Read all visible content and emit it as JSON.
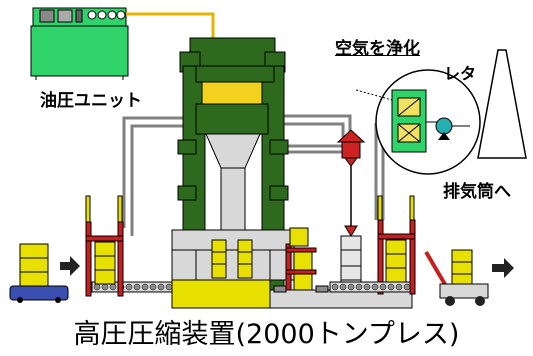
{
  "labels": {
    "hydraulic_unit": "油圧ユニット",
    "air_purification": "空気を浄化",
    "reta": "レタ",
    "exhaust_stack": "排気筒へ"
  },
  "caption": "高圧圧縮装置(2000トンプレス)",
  "colors": {
    "press_frame": "#2e6a1e",
    "ram_head": "#f2d21e",
    "piston": "#d8d8d8",
    "drum": "#e8e000",
    "hydraulic_unit": "#2fd36a",
    "filter_box": "#2fd36a",
    "rack": "#c81e1e",
    "pipe_yellow": "#e0b400",
    "valve": "#cc2222",
    "conveyor": "#8c8c8c"
  }
}
